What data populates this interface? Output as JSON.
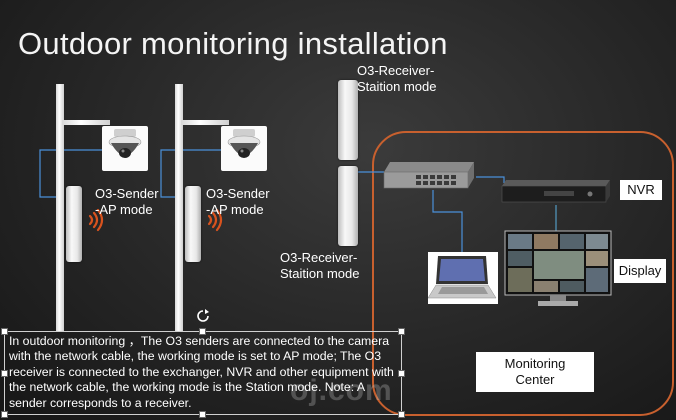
{
  "title": "Outdoor monitoring installation",
  "labels": {
    "sender1": "O3-Sender\n-AP mode",
    "sender2": "O3-Sender\n-AP mode",
    "receiver_top": "O3-Receiver-\nStaition mode",
    "receiver_bottom": "O3-Receiver-\nStaition mode",
    "nvr": "NVR",
    "display": "Display",
    "monitoring_center": "Monitoring\nCenter"
  },
  "caption": "In outdoor monitoring ，The O3 senders are connected to the camera with the network cable, the working mode is set to AP mode; The O3 receiver is connected to the exchanger, NVR and other equipment with the network cable, the working mode is the Station mode. Note: A sender corresponds to a receiver.",
  "watermark": "oj.com",
  "colors": {
    "region_border": "#c8602e",
    "cable": "#4a90d9",
    "wifi": "#d9531e"
  },
  "icons": [
    "dome-camera-icon",
    "wifi-signal-icon",
    "network-switch-icon",
    "nvr-recorder-icon",
    "laptop-icon",
    "display-monitor-icon",
    "rotate-handle-icon"
  ]
}
